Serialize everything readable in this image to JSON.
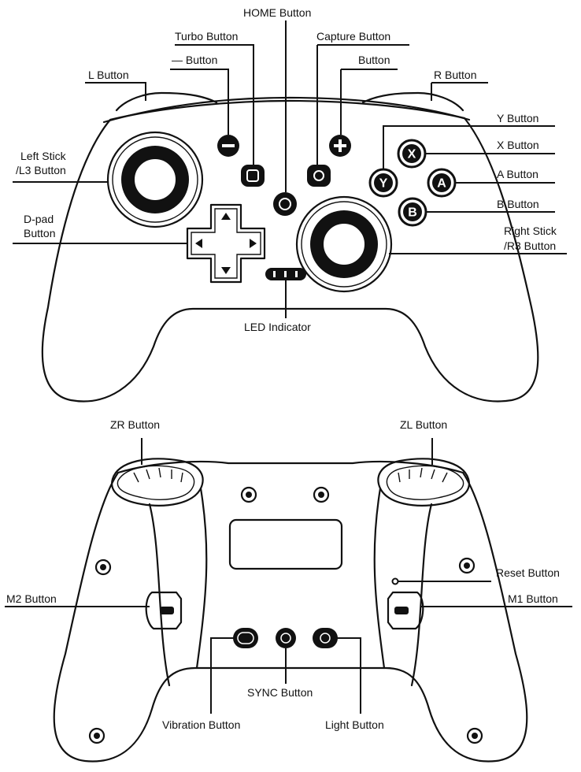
{
  "front_labels": {
    "home": "HOME Button",
    "turbo": "Turbo Button",
    "capture": "Capture Button",
    "minus": "— Button",
    "plus": "Button",
    "l": "L Button",
    "r": "R Button",
    "y": "Y Button",
    "x": "X Button",
    "a": "A Button",
    "b": "B Button",
    "left_stick_1": "Left Stick",
    "left_stick_2": "/L3 Button",
    "dpad_1": "D-pad",
    "dpad_2": "Button",
    "right_stick_1": "Right Stick",
    "right_stick_2": "/R3 Button",
    "led": "LED Indicator"
  },
  "back_labels": {
    "zr": "ZR Button",
    "zl": "ZL Button",
    "reset": "Reset Button",
    "m2": "M2 Button",
    "m1": "M1 Button",
    "sync": "SYNC Button",
    "vibration": "Vibration Button",
    "light": "Light Button"
  },
  "button_glyphs": {
    "y": "Y",
    "x": "X",
    "a": "A",
    "b": "B"
  }
}
